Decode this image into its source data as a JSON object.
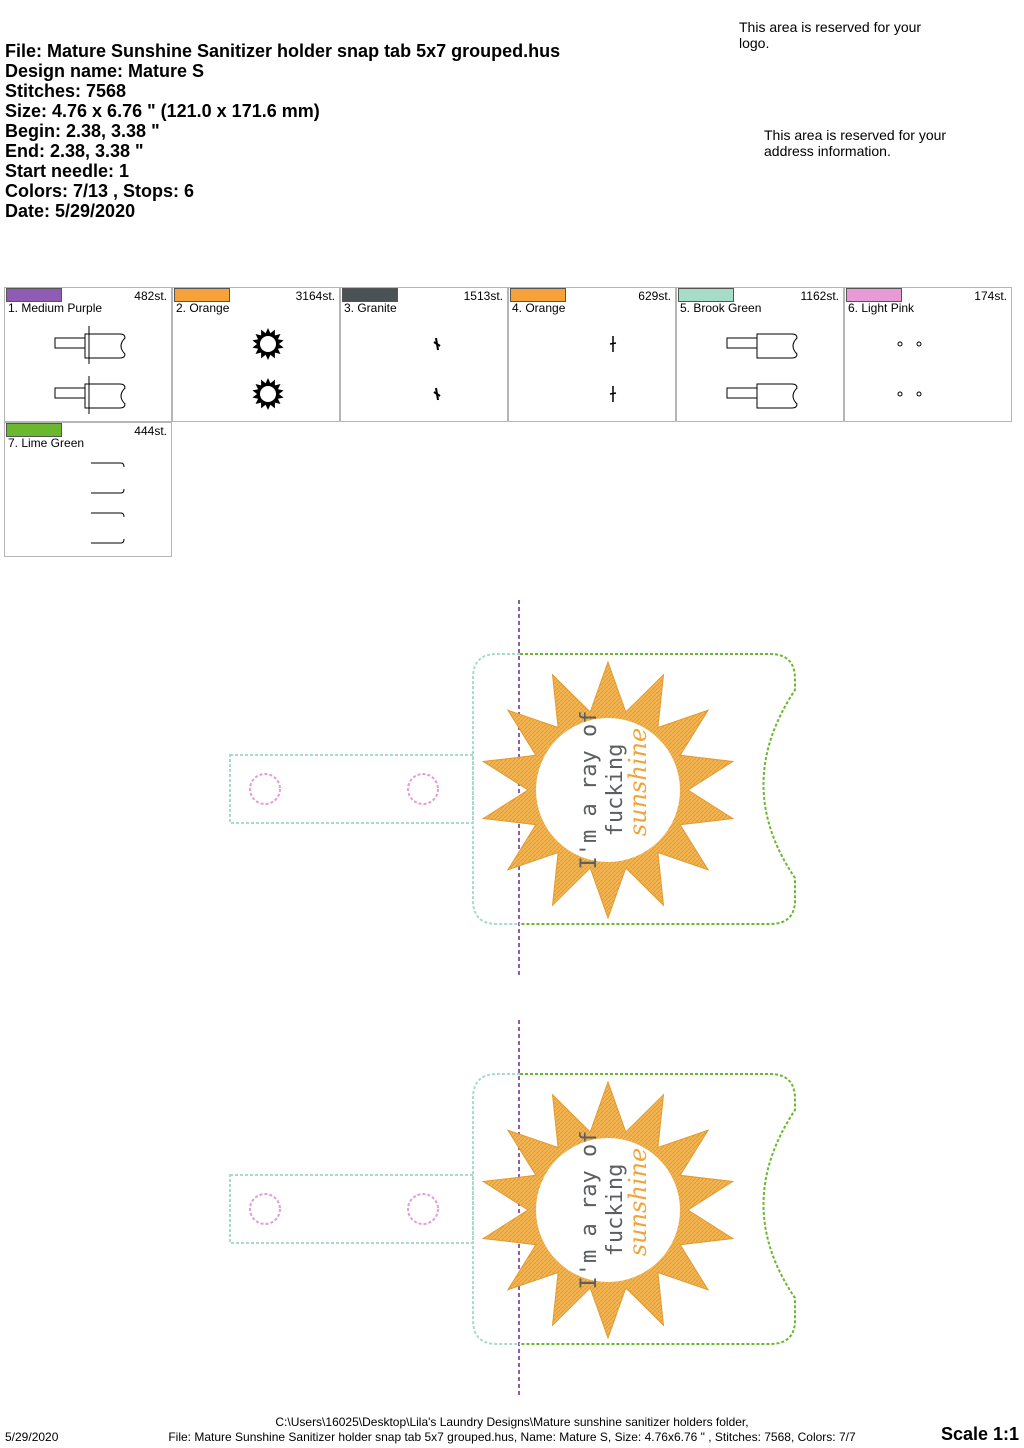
{
  "header": {
    "file": "File: Mature Sunshine Sanitizer holder snap tab 5x7 grouped.hus",
    "design_name": "Design name: Mature S",
    "stitches": "Stitches: 7568",
    "size": "Size: 4.76 x 6.76 \" (121.0 x 171.6 mm)",
    "begin": "Begin: 2.38, 3.38 \"",
    "end": "End: 2.38, 3.38 \"",
    "start_needle": "Start needle: 1",
    "colors_stops": "Colors: 7/13 , Stops: 6",
    "date": "Date: 5/29/2020"
  },
  "reserved": {
    "logo": "This area is reserved for your logo.",
    "address": "This area is reserved for your address information."
  },
  "colors": [
    {
      "label": "1. Medium Purple",
      "stitches": "482st.",
      "hex": "#8e5cb5",
      "icon": "holder-outline-icon"
    },
    {
      "label": "2. Orange",
      "stitches": "3164st.",
      "hex": "#f7a13a",
      "icon": "sun-icon"
    },
    {
      "label": "3. Granite",
      "stitches": "1513st.",
      "hex": "#4b5256",
      "icon": "text-mark-icon"
    },
    {
      "label": "4. Orange",
      "stitches": "629st.",
      "hex": "#f7a13a",
      "icon": "text-mark-icon"
    },
    {
      "label": "5. Brook Green",
      "stitches": "1162st.",
      "hex": "#a6dcc8",
      "icon": "holder-outline-icon"
    },
    {
      "label": "6. Light Pink",
      "stitches": "174st.",
      "hex": "#e79ad6",
      "icon": "snap-dots-icon"
    },
    {
      "label": "7. Lime Green",
      "stitches": "444st.",
      "hex": "#6ab82e",
      "icon": "outline-segments-icon"
    }
  ],
  "embroidery": {
    "text_line1": "I'm a ray of",
    "text_line2": "fucking",
    "text_script": "sunshine"
  },
  "footer": {
    "date": "5/29/2020",
    "path": "C:\\Users\\16025\\Desktop\\Lila's Laundry Designs\\Mature sunshine sanitizer holders folder,",
    "file_line": "File: Mature Sunshine Sanitizer holder snap tab 5x7 grouped.hus, Name: Mature S, Size: 4.76x6.76 \" , Stitches: 7568, Colors: 7/7",
    "scale": "Scale 1:1"
  }
}
